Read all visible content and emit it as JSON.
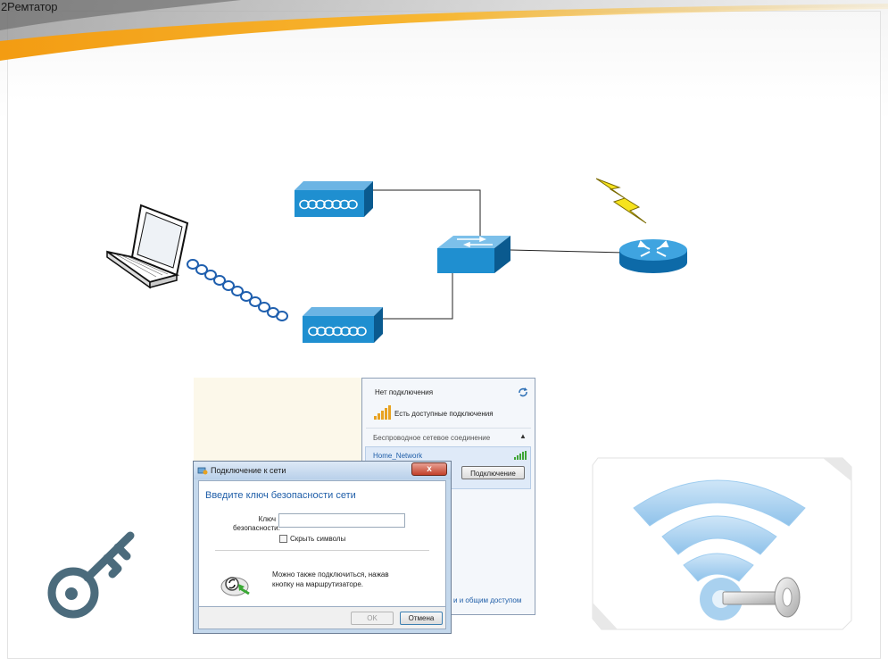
{
  "slide": {
    "label": "2Pемтатор"
  },
  "diagram": {
    "nodes": [
      "laptop",
      "access-point-top",
      "access-point-bottom",
      "switch",
      "router"
    ]
  },
  "wifi_popup": {
    "status": "Нет подключения",
    "available": "Есть доступные подключения",
    "section_header": "Беспроводное сетевое соединение",
    "network_name": "Home_Network",
    "connect_button": "Подключение",
    "footer_link": "и и общим доступом"
  },
  "dialog": {
    "title": "Подключение к сети",
    "close_label": "x",
    "heading": "Введите ключ безопасности сети",
    "key_label_line1": "Ключ",
    "key_label_line2": "безопасности:",
    "key_value": "",
    "hide_chars_label": "Скрыть символы",
    "router_hint_line1": "Можно также подключиться, нажав",
    "router_hint_line2": "кнопку на маршрутизаторе.",
    "ok_button": "OK",
    "cancel_button": "Отмена"
  },
  "colors": {
    "accent_orange": "#f5a81c",
    "cisco_blue": "#1f8fd0",
    "key_icon": "#4b6b7c",
    "win_blue_heading": "#1f5ea8",
    "link_blue": "#1f5ea8"
  },
  "icons": [
    "laptop-icon",
    "access-point-icon",
    "switch-icon",
    "router-icon",
    "lightning-icon",
    "signal-bars-icon",
    "refresh-icon",
    "key-icon",
    "wifi-key-icon",
    "wps-router-icon"
  ]
}
